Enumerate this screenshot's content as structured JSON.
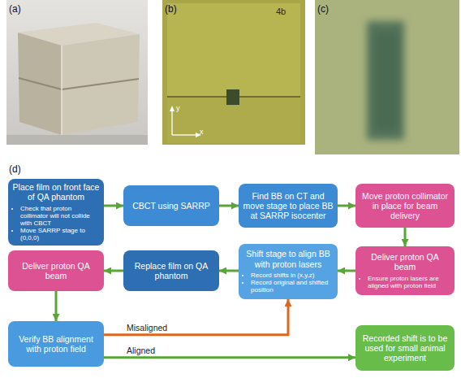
{
  "diagram": {
    "nodes": [
      {
        "text": [
          "Place film on front face of QA phantom",
          "Check that proton collimator will not collide with CBCT",
          "Move SARRP stage to (0,0,0)"
        ]
      },
      {
        "text": [
          "CBCT using SARRP"
        ]
      },
      {
        "text": [
          "Find BB on CT and move stage to place BB at SARRP isocenter"
        ]
      },
      {
        "text": [
          "Move proton collimator in place for beam delivery"
        ]
      },
      {
        "text": [
          "Deliver proton QA beam"
        ]
      },
      {
        "text": [
          "Replace film on QA phantom"
        ]
      },
      {
        "text": [
          "Shift stage to align BB with proton lasers",
          "Record shifts in (x,y,z)",
          "Record original and shifted position"
        ]
      },
      {
        "text": [
          "Deliver proton QA beam",
          "Ensure proton lasers are aligned with proton field"
        ]
      },
      {
        "text": [
          "Verify BB alignment with proton field"
        ]
      },
      {
        "text": [
          "Recorded shift is to be used for small animal experiment"
        ]
      }
    ],
    "edges": [
      {
        "from": 0,
        "to": 1,
        "arrow": "to"
      },
      {
        "from": 1,
        "to": 2,
        "arrow": "to"
      },
      {
        "from": 2,
        "to": 3,
        "arrow": "to"
      },
      {
        "from": 3,
        "to": 7,
        "arrow": "to"
      },
      {
        "from": 7,
        "to": 6,
        "arrow": "to"
      },
      {
        "from": 6,
        "to": 5,
        "arrow": "to"
      },
      {
        "from": 5,
        "to": 4,
        "arrow": "to"
      },
      {
        "from": 4,
        "to": 8,
        "arrow": "to"
      },
      {
        "from": 8,
        "to": 6,
        "label": "Misaligned",
        "arrow": "to"
      },
      {
        "from": 8,
        "to": 9,
        "label": "Aligned",
        "arrow": "to"
      }
    ],
    "labels": [
      "(a)",
      "(b)",
      "(c)",
      "4b",
      "y",
      "x",
      "(d)"
    ]
  }
}
